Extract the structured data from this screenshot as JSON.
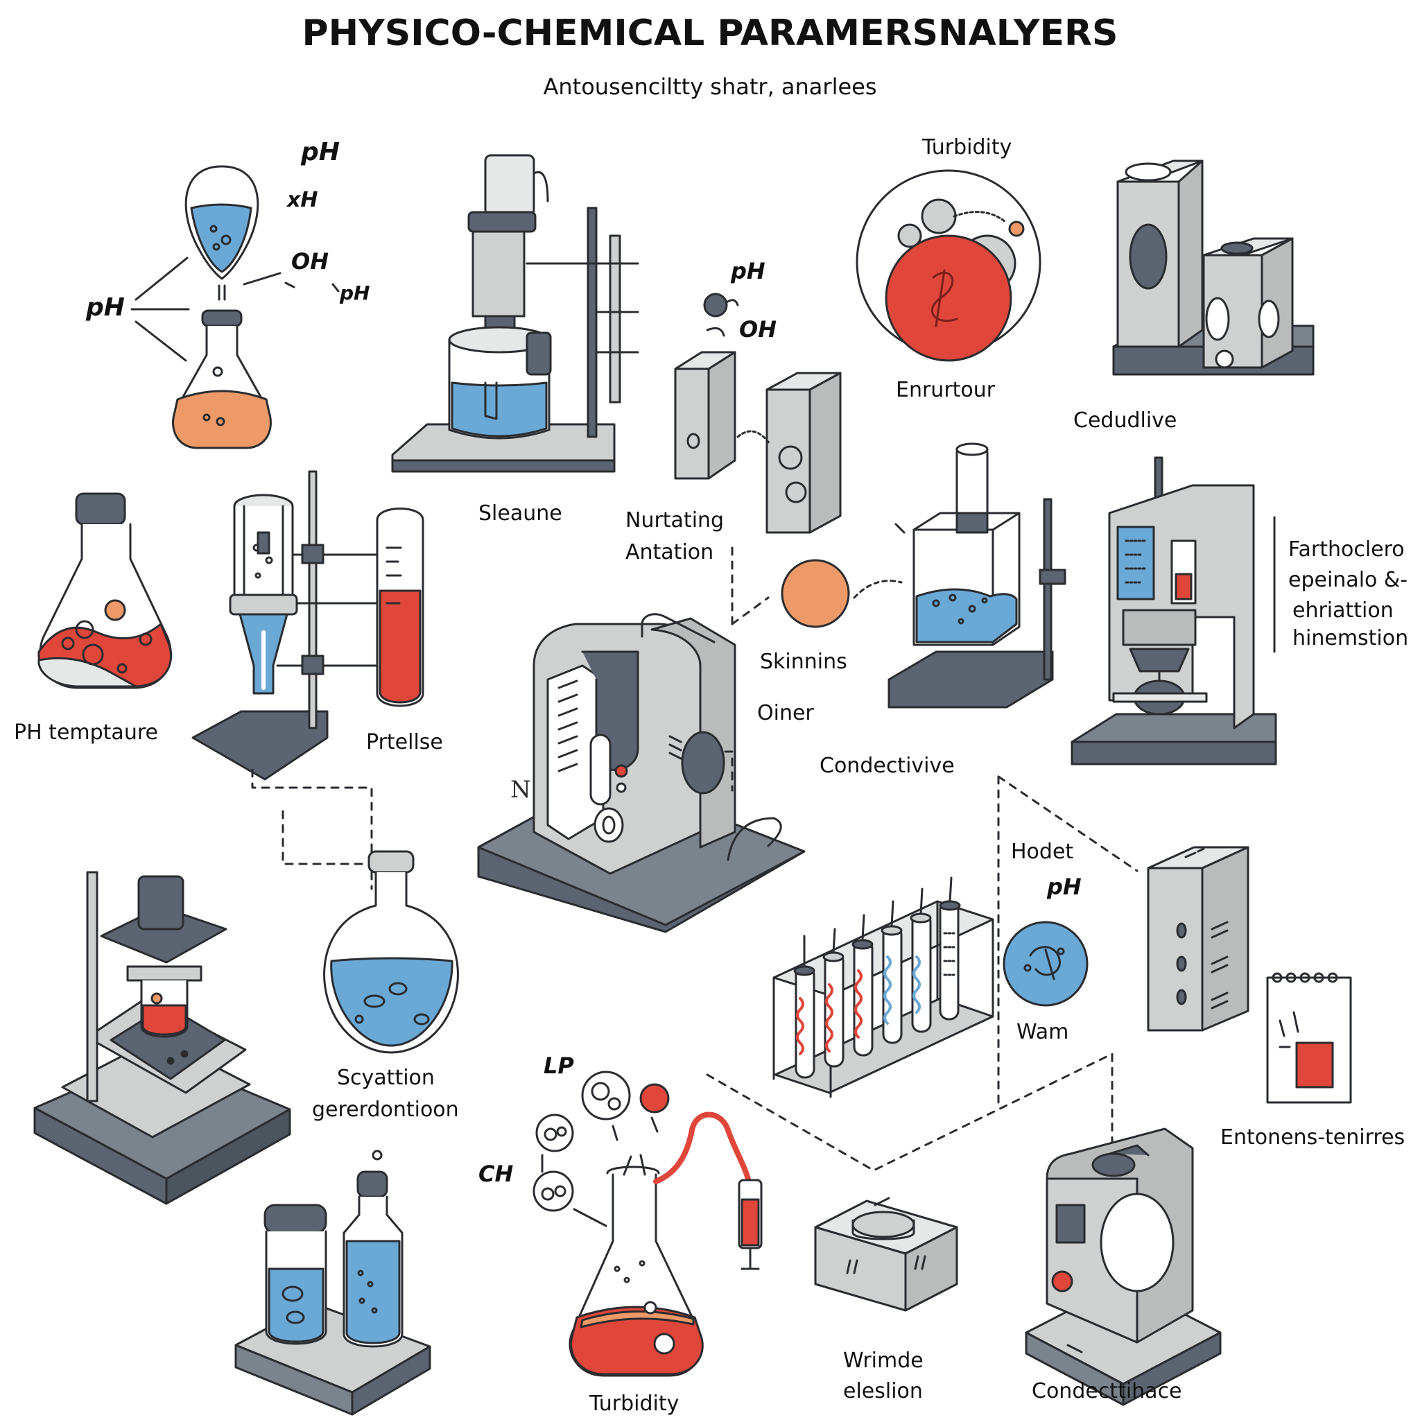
{
  "header": {
    "title": "PHYSICO-CHEMICAL PARAMERSNALYERS",
    "subtitle": "Antousenciltty shatr, anarlees"
  },
  "labels": {
    "ph_top": "pH",
    "xh": "xH",
    "oh_left": "OH",
    "ph_small": "pH",
    "ph_left": "pH",
    "ph_mid": "pH",
    "oh_mid": "OH",
    "turbidity_top": "Turbidity",
    "enrurtour": "Enrurtour",
    "cedudlive": "Cedudlive",
    "sleaune": "Sleaune",
    "nurtating": "Nurtating",
    "antation": "Antation",
    "farthoclero": "Farthoclero",
    "epeinalo": "epeinalo &-",
    "ehriattion": "ehriattion",
    "hinemstion": "hinemstion",
    "ph_temptaure": "PH temptaure",
    "prtellse": "Prtellse",
    "skinnins": "Skinnins",
    "oiner": "Oiner",
    "condectivive": "Condectivive",
    "hodet": "Hodet",
    "ph_rack": "pH",
    "wam": "Wam",
    "entonens": "Entonens-tenirres",
    "scyattion": "Scyattion",
    "gererdontioon": "gererdontioon",
    "lp": "LP",
    "ch": "CH",
    "wrimde": "Wrimde",
    "eleslion": "eleslion",
    "condecttihace": "Condecttihace",
    "turbidity_bottom": "Turbidity",
    "machine_mark": "N"
  },
  "colors": {
    "blue": "#6aa8d6",
    "red": "#e0463a",
    "orange": "#ee9a68",
    "gray": "#cfd1d0",
    "dark": "#5b6470",
    "stroke": "#2a2c30"
  }
}
